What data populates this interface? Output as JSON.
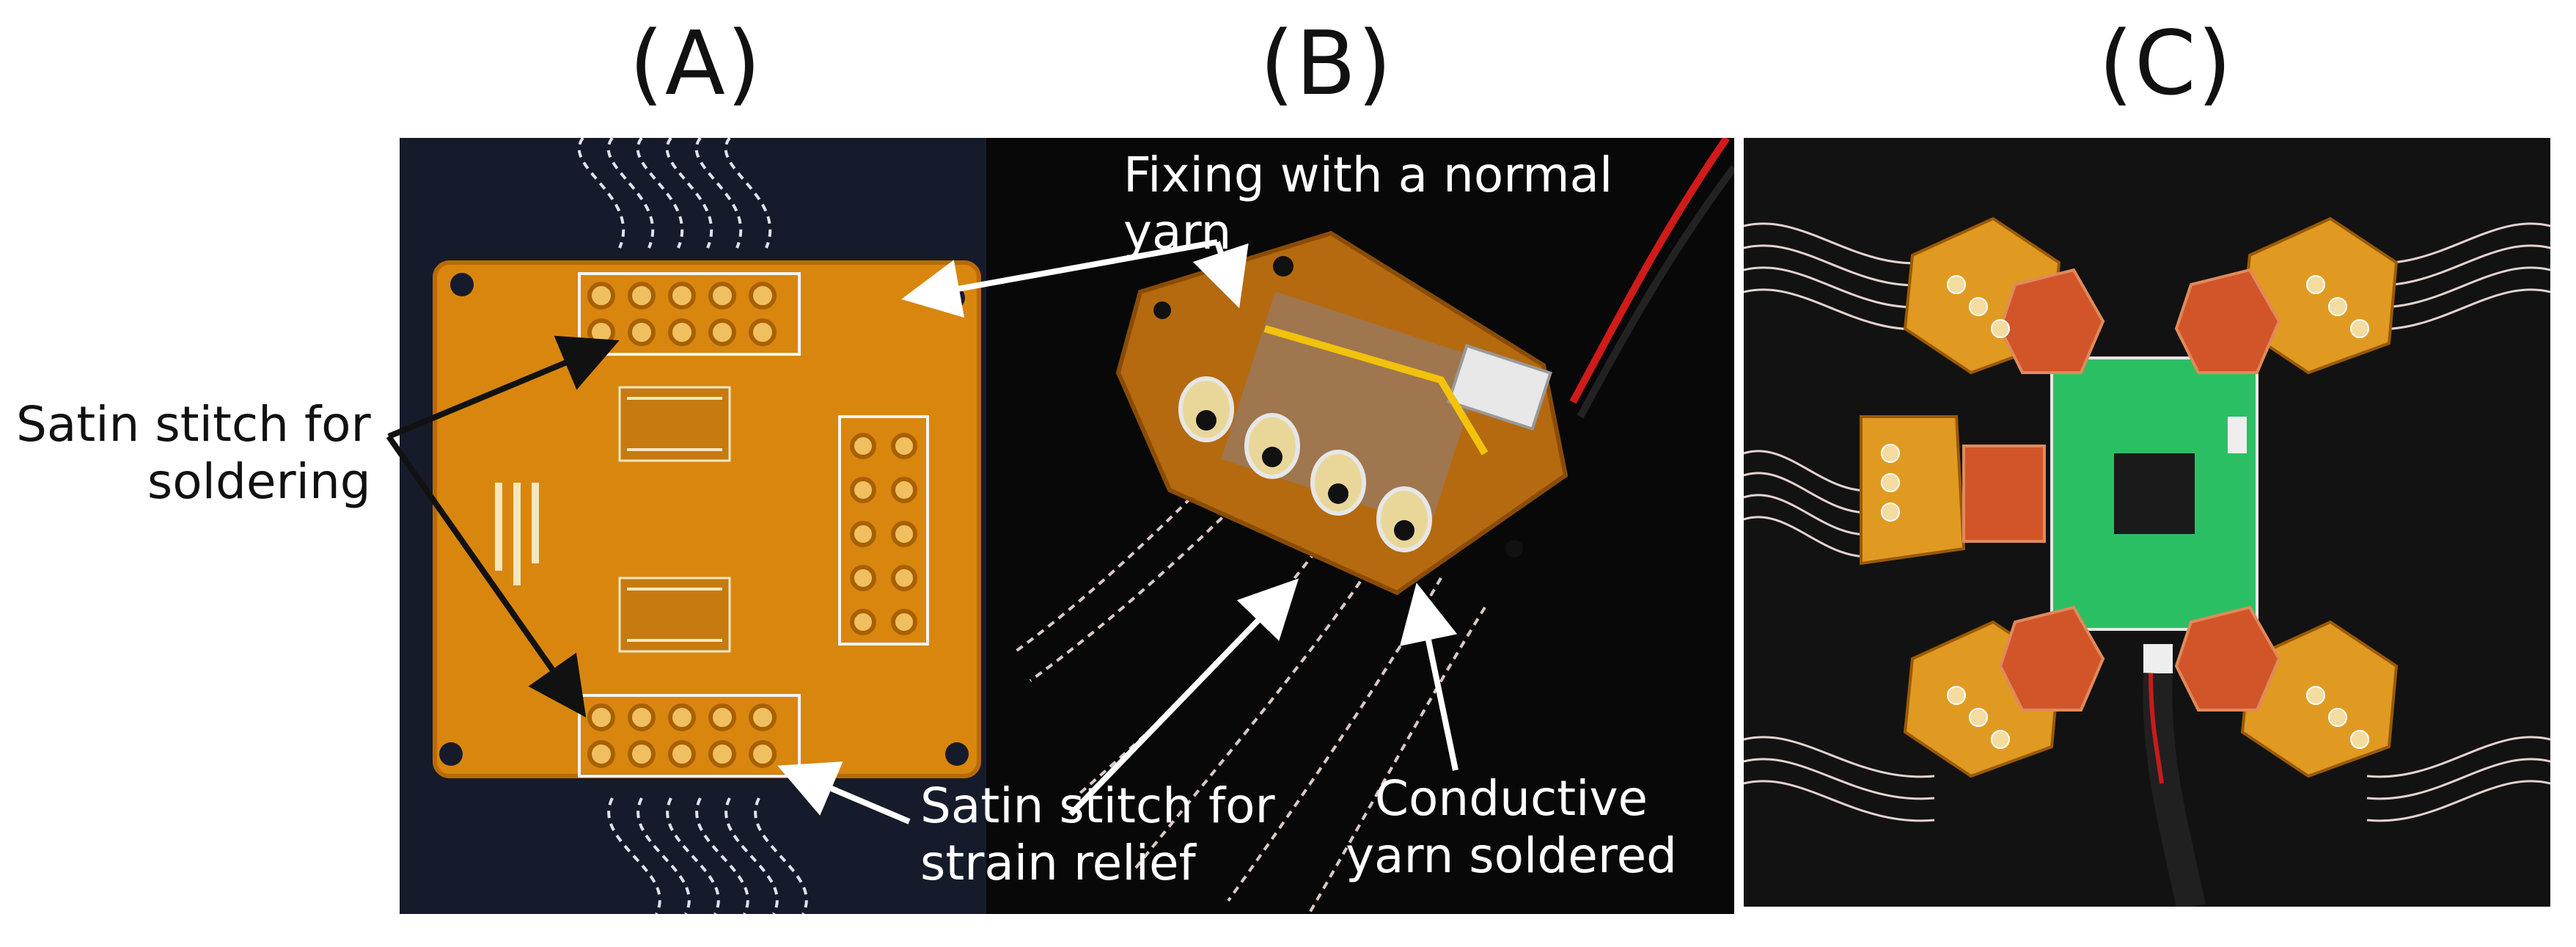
{
  "panels": {
    "a": {
      "label": "(A)"
    },
    "b": {
      "label": "(B)"
    },
    "c": {
      "label": "(C)"
    }
  },
  "annotations": {
    "satin_soldering": {
      "line1": "Satin stitch for",
      "line2": "soldering"
    },
    "fixing": {
      "line1": "Fixing with a normal",
      "line2": "yarn"
    },
    "strain_relief": {
      "line1": "Satin stitch for",
      "line2": "strain relief"
    },
    "conductive": {
      "line1": "Conductive",
      "line2": "yarn soldered"
    }
  },
  "colors": {
    "fabric_dark": "#161b2b",
    "pcb_orange": "#d9860f",
    "arrow_black": "#111111",
    "arrow_white": "#ffffff"
  }
}
